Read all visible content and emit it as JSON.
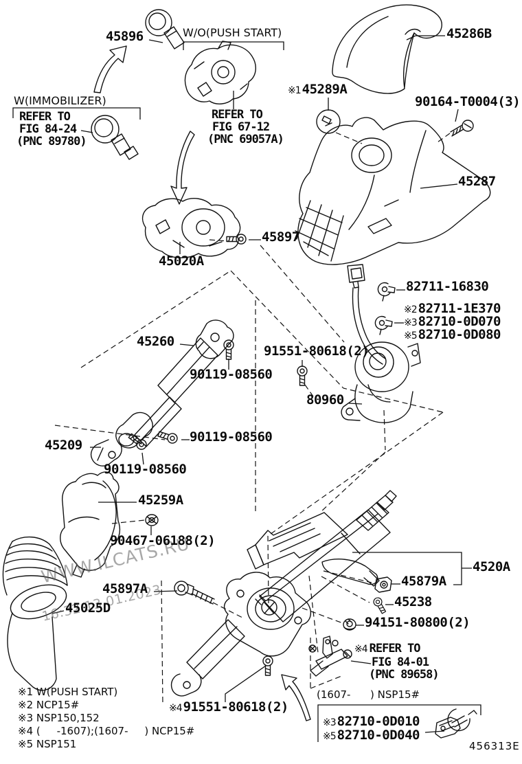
{
  "watermark": {
    "site": "WWW.ILCATS.RU",
    "timestamp": "16:32 13.01.2023"
  },
  "diagram_code": "456313E",
  "groups": {
    "immobilizer_ref": {
      "header": "W(IMMOBILIZER)",
      "line1": "REFER TO",
      "line2": "FIG 84-24",
      "line3": "(PNC 89780)"
    },
    "push_start_ref": {
      "header": "W/O(PUSH START)",
      "line1": "REFER TO",
      "line2": "FIG 67-12",
      "line3": "(PNC 69057A)"
    },
    "fig84_01_ref": {
      "prefix": "※4",
      "line1": "REFER TO",
      "line2": "FIG 84-01",
      "line3": "(PNC 89658)"
    }
  },
  "parts": {
    "p45896": "45896",
    "p45286B": "45286B",
    "p45289A": {
      "prefix": "※1",
      "num": "45289A"
    },
    "p90164": "90164-T0004(3)",
    "p45287": "45287",
    "p45897": "45897",
    "p45020A": "45020A",
    "p45260": "45260",
    "p90119a": "90119-08560",
    "p90119b": "90119-08560",
    "p90119c": "90119-08560",
    "p91551a": "91551-80618(2)",
    "p91551b": {
      "prefix": "※4",
      "num": "91551-80618(2)"
    },
    "p80960": "80960",
    "p82711_16830": "82711-16830",
    "p82711_1E370": {
      "prefix": "※2",
      "num": "82711-1E370"
    },
    "p82710_0D070": {
      "prefix": "※3",
      "num": "82710-0D070"
    },
    "p82710_0D080": {
      "prefix": "※5",
      "num": "82710-0D080"
    },
    "p45209": "45209",
    "p45259A": "45259A",
    "p90467": "90467-06188(2)",
    "p45025D": "45025D",
    "p45897A": "45897A",
    "p4520A": "4520A",
    "p45879A": "45879A",
    "p45238": "45238",
    "p94151": "94151-80800(2)",
    "p82710_0D010": {
      "prefix": "※3",
      "num": "82710-0D010"
    },
    "p82710_0D040": {
      "prefix": "※5",
      "num": "82710-0D040"
    }
  },
  "variant_header": "(1607-      ) NSP15#",
  "notes": [
    "※1 W(PUSH START)",
    "※2 NCP15#",
    "※3 NSP150,152",
    "※4 (     -1607);(1607-     ) NCP15#",
    "※5 NSP151"
  ]
}
